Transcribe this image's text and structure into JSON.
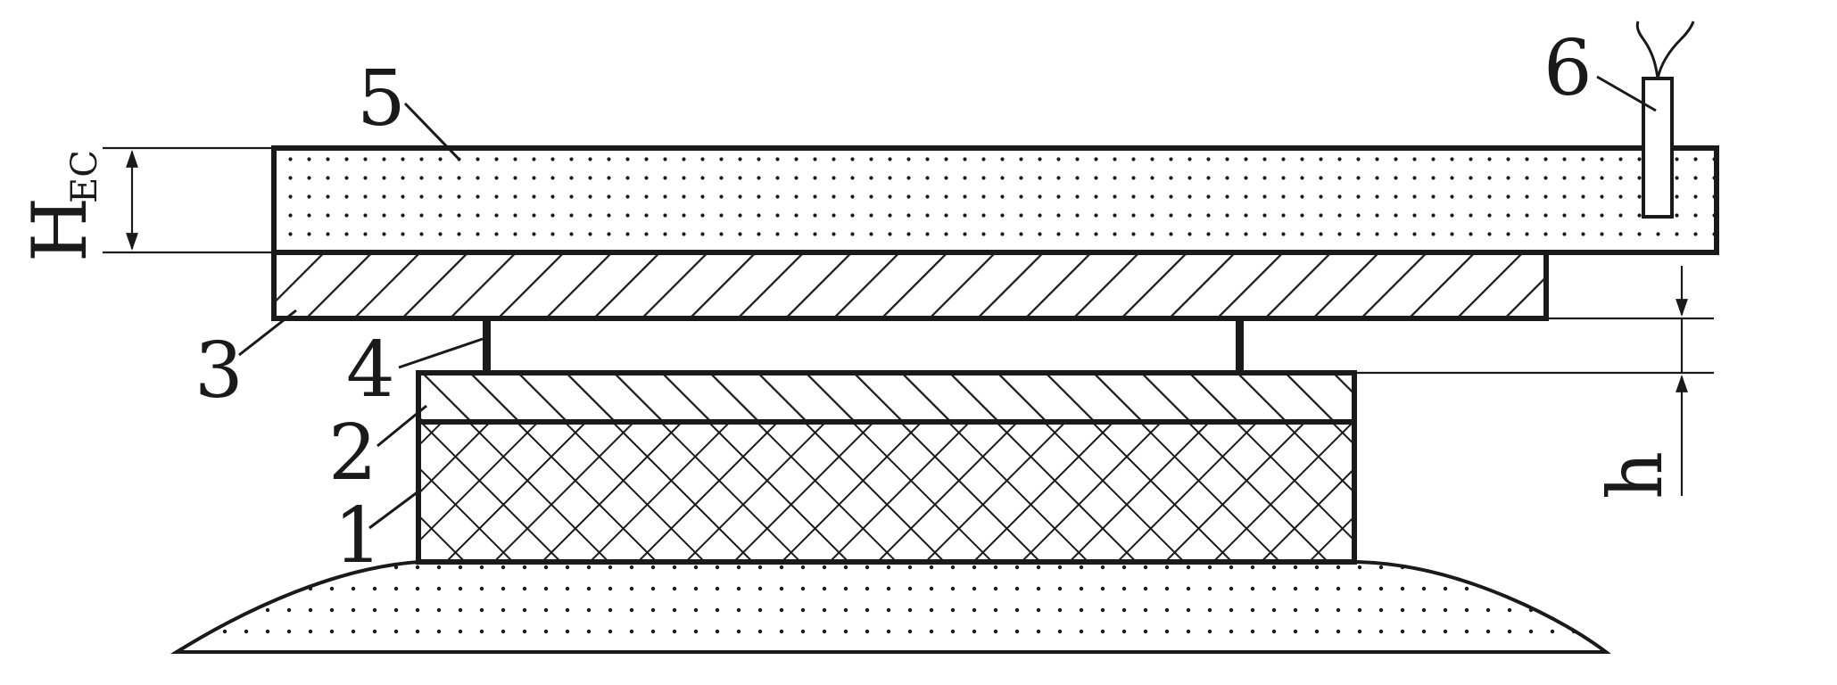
{
  "labels": {
    "l1": "1",
    "l2": "2",
    "l3": "3",
    "l4": "4",
    "l5": "5",
    "l6": "6",
    "h_ec_main": "H",
    "h_ec_sub": "EC",
    "h": "h"
  },
  "colors": {
    "ink": "#1a1a1a",
    "background": "#ffffff"
  }
}
